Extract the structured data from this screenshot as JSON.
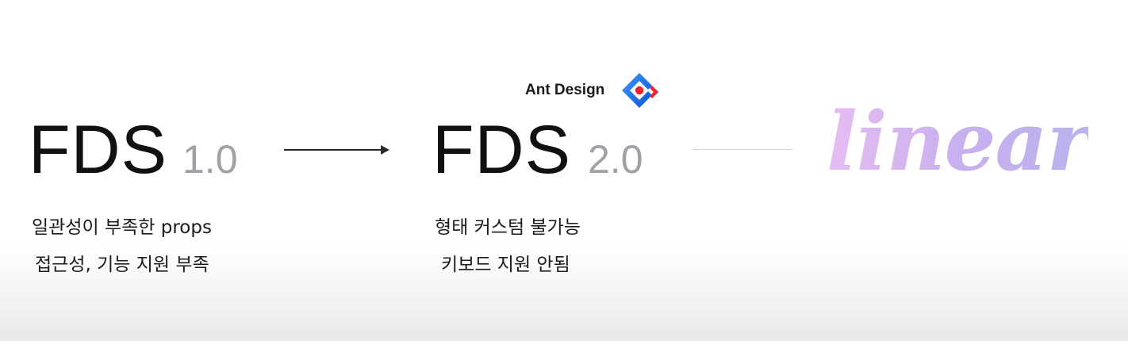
{
  "stage1": {
    "title": "FDS",
    "version": "1.0",
    "lines": [
      "일관성이 부족한 props",
      "접근성, 기능 지원 부족"
    ]
  },
  "stage2": {
    "title": "FDS",
    "version": "2.0",
    "lines": [
      "형태 커스텀 불가능",
      "키보드 지원 안됨"
    ],
    "logo": {
      "label": "Ant Design",
      "icon": "ant-design-logo-icon"
    }
  },
  "stage3": {
    "logo_text": "linear"
  },
  "connectors": [
    "arrow-right-icon",
    "faint-divider-line"
  ],
  "colors": {
    "title": "#111111",
    "version": "#9ea2a6",
    "ant_blue": "#1677ff",
    "ant_red": "#f5222d",
    "linear_gradient_start": "#e7bdf2",
    "linear_gradient_end": "#b9b2ee"
  }
}
